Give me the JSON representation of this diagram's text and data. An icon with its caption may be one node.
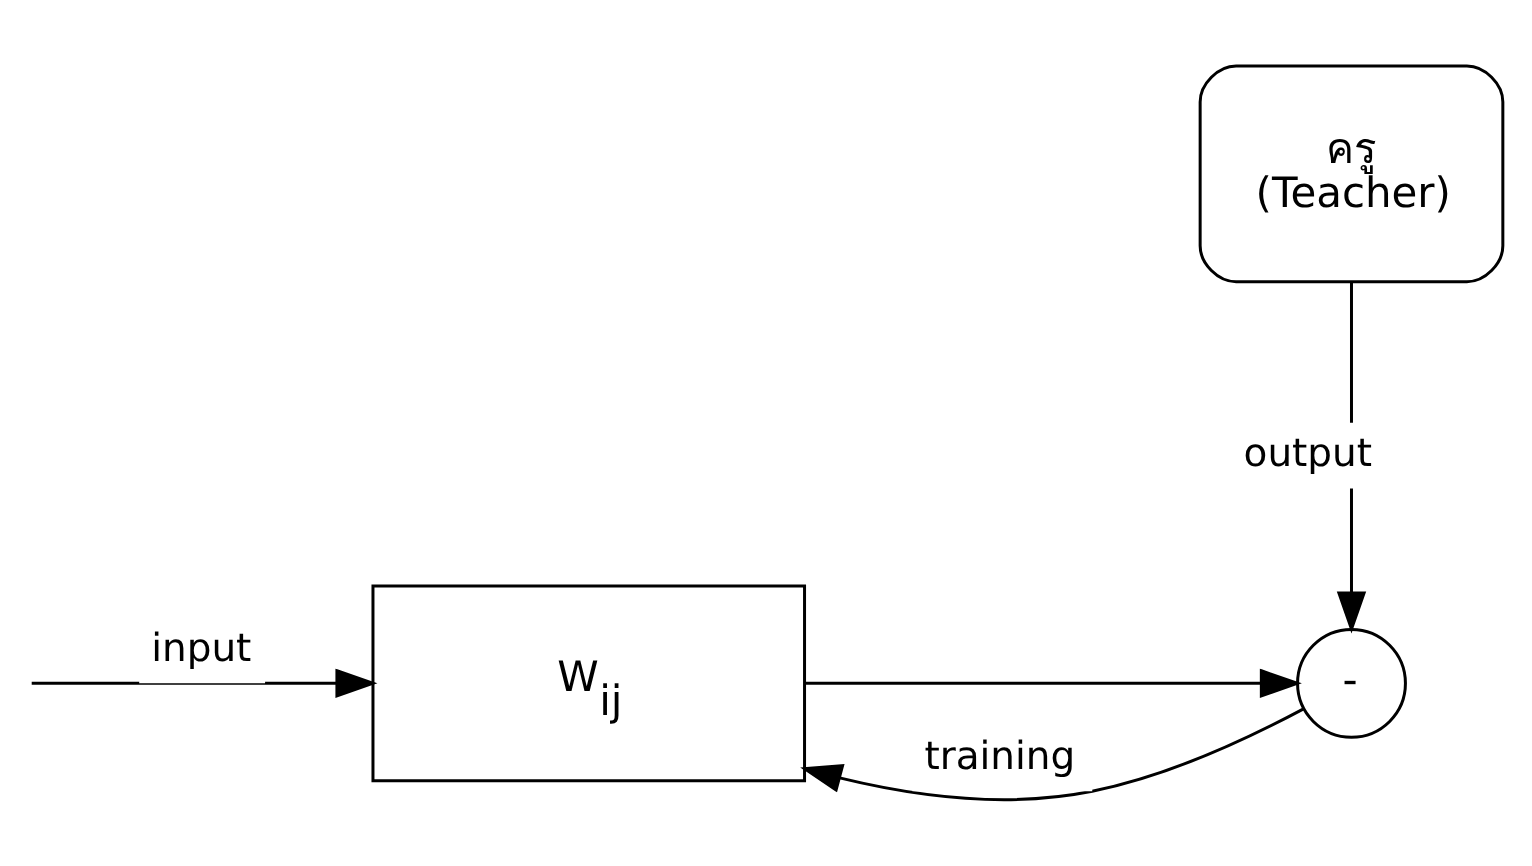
{
  "diagram": {
    "nodes": [
      {
        "text": [
          "ครู",
          "(Teacher)"
        ]
      },
      {
        "text": [
          "W$_{ij}$"
        ]
      },
      {
        "text": [
          "-"
        ]
      }
    ],
    "edges": [
      {
        "from": null,
        "to": 1,
        "arrow": "to",
        "label": "input"
      },
      {
        "from": 1,
        "to": 2,
        "arrow": "to"
      },
      {
        "from": 0,
        "to": 2,
        "arrow": "to",
        "label": "output"
      },
      {
        "from": 2,
        "to": 1,
        "arrow": "to",
        "label": "training"
      }
    ]
  }
}
